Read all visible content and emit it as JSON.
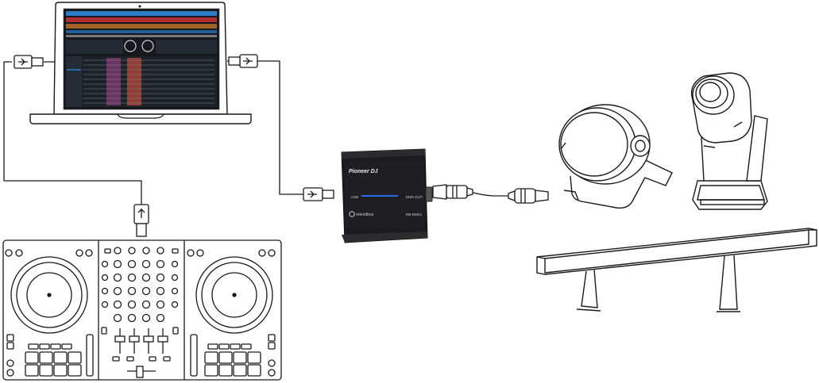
{
  "interface": {
    "brand": "Pioneer DJ",
    "usb_label": "USB",
    "dmx_label": "DMX OUT",
    "app_label": "rekordbox",
    "model": "RB-DMX1"
  },
  "colors": {
    "line": "#1a1a1a",
    "device_body": "#1c1c1e",
    "device_edge": "#2c2c2f",
    "led": "#2a6cf0",
    "screen_bg": "#15181d",
    "wave_blue": "#2f8fe8",
    "wave_red": "#e4373f",
    "wave_orange": "#f08a2a"
  }
}
